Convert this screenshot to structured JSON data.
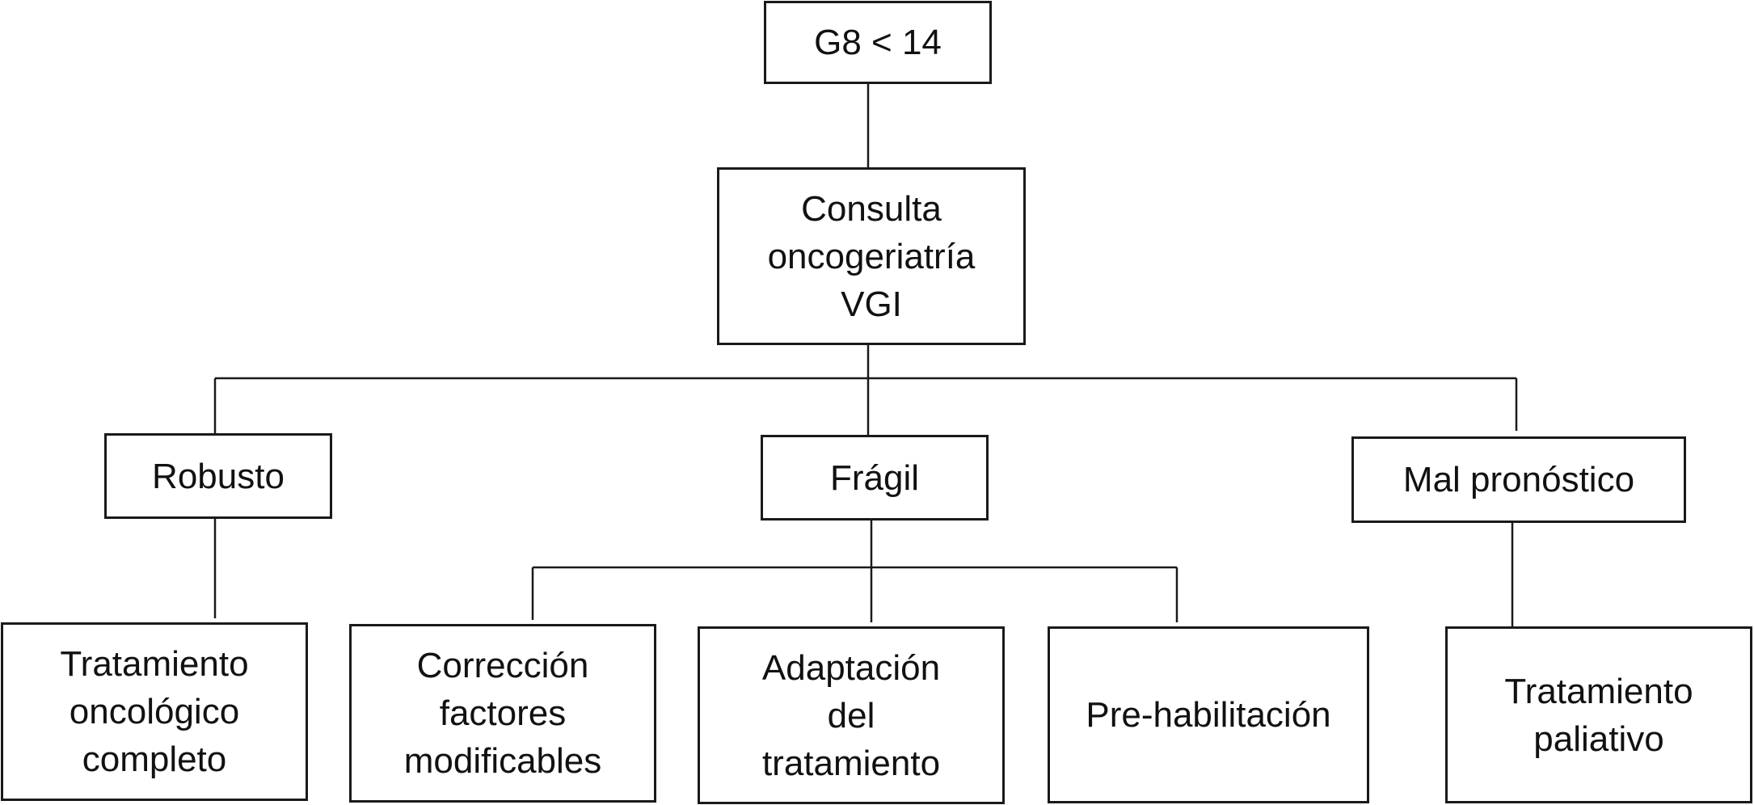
{
  "diagram": {
    "nodes": {
      "g8": "G8 < 14",
      "consulta": "Consulta\noncogeriatría\nVGI",
      "robusto": "Robusto",
      "fragil": "Frágil",
      "mal_pronostico": "Mal pronóstico",
      "tratamiento_oncologico": "Tratamiento\noncológico\ncompleto",
      "correccion": "Corrección\nfactores\nmodificables",
      "adaptacion": "Adaptación\ndel\ntratamiento",
      "prehabilitacion": "Pre-habilitación",
      "tratamiento_paliativo": "Tratamiento\npaliativo"
    },
    "edges": [
      {
        "from": "g8",
        "to": "consulta"
      },
      {
        "from": "consulta",
        "to": "robusto"
      },
      {
        "from": "consulta",
        "to": "fragil"
      },
      {
        "from": "consulta",
        "to": "mal_pronostico"
      },
      {
        "from": "robusto",
        "to": "tratamiento_oncologico"
      },
      {
        "from": "fragil",
        "to": "correccion"
      },
      {
        "from": "fragil",
        "to": "adaptacion"
      },
      {
        "from": "fragil",
        "to": "prehabilitacion"
      },
      {
        "from": "mal_pronostico",
        "to": "tratamiento_paliativo"
      }
    ]
  }
}
